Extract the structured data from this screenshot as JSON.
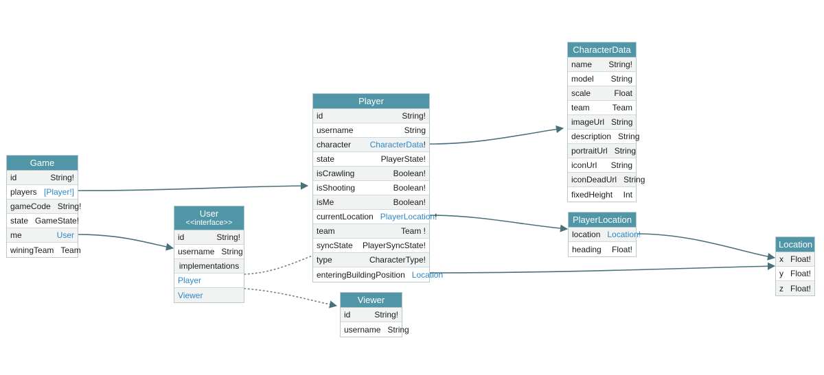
{
  "diagram": {
    "title": "GraphQL Schema Diagram",
    "colors": {
      "header_bg": "#5096a6",
      "row_shaded": "#f1f2f2",
      "row_plain": "#ffffff",
      "border": "#b5c9cf",
      "edge": "#4a707a",
      "reference_text": "#2e86c8",
      "text": "#1a1a1a"
    }
  },
  "entities": {
    "game": {
      "title": "Game",
      "rows": [
        {
          "name": "id",
          "type": "String!",
          "ref": false
        },
        {
          "name": "players",
          "type": "[Player!]",
          "ref": true
        },
        {
          "name": "gameCode",
          "type": "String!",
          "ref": false
        },
        {
          "name": "state",
          "type": "GameState!",
          "ref": false
        },
        {
          "name": "me",
          "type": "User",
          "ref": true
        },
        {
          "name": "winingTeam",
          "type": "Team",
          "ref": false
        }
      ]
    },
    "user": {
      "title": "User",
      "stereotype": "<<interface>>",
      "rows": [
        {
          "name": "id",
          "type": "String!",
          "ref": false
        },
        {
          "name": "username",
          "type": "String",
          "ref": false
        }
      ],
      "implementations_label": "implementations",
      "implementations": [
        {
          "name": "Player"
        },
        {
          "name": "Viewer"
        }
      ]
    },
    "player": {
      "title": "Player",
      "rows": [
        {
          "name": "id",
          "type": "String!",
          "ref": false
        },
        {
          "name": "username",
          "type": "String",
          "ref": false
        },
        {
          "name": "character",
          "type": "CharacterData",
          "suffix": "!",
          "ref": true
        },
        {
          "name": "state",
          "type": "PlayerState!",
          "ref": false
        },
        {
          "name": "isCrawling",
          "type": "Boolean!",
          "ref": false
        },
        {
          "name": "isShooting",
          "type": "Boolean!",
          "ref": false
        },
        {
          "name": "isMe",
          "type": "Boolean!",
          "ref": false
        },
        {
          "name": "currentLocation",
          "type": "PlayerLocation",
          "suffix": "!",
          "ref": true
        },
        {
          "name": "team",
          "type": "Team !",
          "ref": false
        },
        {
          "name": "syncState",
          "type": "PlayerSyncState!",
          "ref": false
        },
        {
          "name": "type",
          "type": "CharacterType!",
          "ref": false
        },
        {
          "name": "enteringBuildingPosition",
          "type": "Location",
          "ref": true
        }
      ]
    },
    "viewer": {
      "title": "Viewer",
      "rows": [
        {
          "name": "id",
          "type": "String!",
          "ref": false
        },
        {
          "name": "username",
          "type": "String",
          "ref": false
        }
      ]
    },
    "characterData": {
      "title": "CharacterData",
      "rows": [
        {
          "name": "name",
          "type": "String!",
          "ref": false
        },
        {
          "name": "model",
          "type": "String",
          "ref": false
        },
        {
          "name": "scale",
          "type": "Float",
          "ref": false
        },
        {
          "name": "team",
          "type": "Team",
          "ref": false
        },
        {
          "name": "imageUrl",
          "type": "String",
          "ref": false
        },
        {
          "name": "description",
          "type": "String",
          "ref": false
        },
        {
          "name": "portraitUrl",
          "type": "String",
          "ref": false
        },
        {
          "name": "iconUrl",
          "type": "String",
          "ref": false
        },
        {
          "name": "iconDeadUrl",
          "type": "String",
          "ref": false
        },
        {
          "name": "fixedHeight",
          "type": "Int",
          "ref": false
        }
      ]
    },
    "playerLocation": {
      "title": "PlayerLocation",
      "rows": [
        {
          "name": "location",
          "type": "Location",
          "suffix": "!",
          "ref": true
        },
        {
          "name": "heading",
          "type": "Float!",
          "ref": false
        }
      ]
    },
    "location": {
      "title": "Location",
      "rows": [
        {
          "name": "x",
          "type": "Float!",
          "ref": false
        },
        {
          "name": "y",
          "type": "Float!",
          "ref": false
        },
        {
          "name": "z",
          "type": "Float!",
          "ref": false
        }
      ]
    }
  }
}
